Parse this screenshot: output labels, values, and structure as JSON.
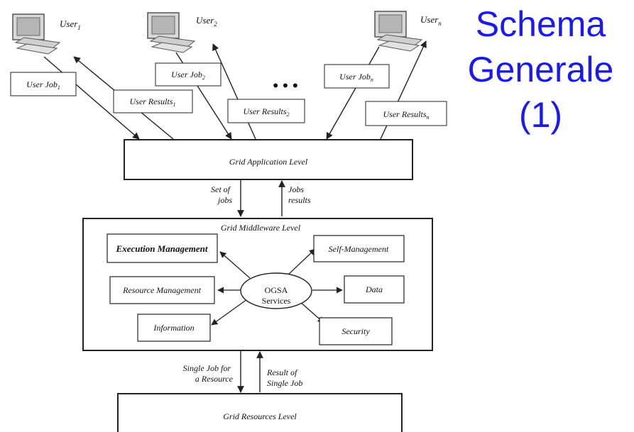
{
  "slide_title": {
    "line1": "Schema",
    "line2": "Generale",
    "line3": "(1)"
  },
  "users": {
    "user1": {
      "name": "User",
      "sub": "1"
    },
    "user2": {
      "name": "User",
      "sub": "2"
    },
    "usern": {
      "name": "User",
      "sub": "n"
    }
  },
  "ellipsis": "• • •",
  "jobs": {
    "job1": {
      "text": "User Job",
      "sub": "1"
    },
    "job2": {
      "text": "User Job",
      "sub": "2"
    },
    "jobn": {
      "text": "User Job",
      "sub": "n"
    }
  },
  "results": {
    "res1": {
      "text": "User Results",
      "sub": "1"
    },
    "res2": {
      "text": "User Results",
      "sub": "2"
    },
    "resn": {
      "text": "User Results",
      "sub": "n"
    }
  },
  "levels": {
    "application": "Grid Application Level",
    "middleware": "Grid Middleware Level",
    "resources": "Grid Resources Level"
  },
  "flows": {
    "set_of_jobs": [
      "Set of",
      "jobs"
    ],
    "jobs_results": [
      "Jobs",
      "results"
    ],
    "single_job": [
      "Single Job for",
      "a Resource"
    ],
    "single_result": [
      "Result of",
      "Single Job"
    ]
  },
  "ogsa": {
    "line1": "OGSA",
    "line2": "Services"
  },
  "services": {
    "execution": "Execution Management",
    "self": "Self-Management",
    "resource": "Resource Management",
    "data": "Data",
    "information": "Information",
    "security": "Security"
  },
  "colors": {
    "title": "#1a1aee",
    "line": "#222222"
  }
}
